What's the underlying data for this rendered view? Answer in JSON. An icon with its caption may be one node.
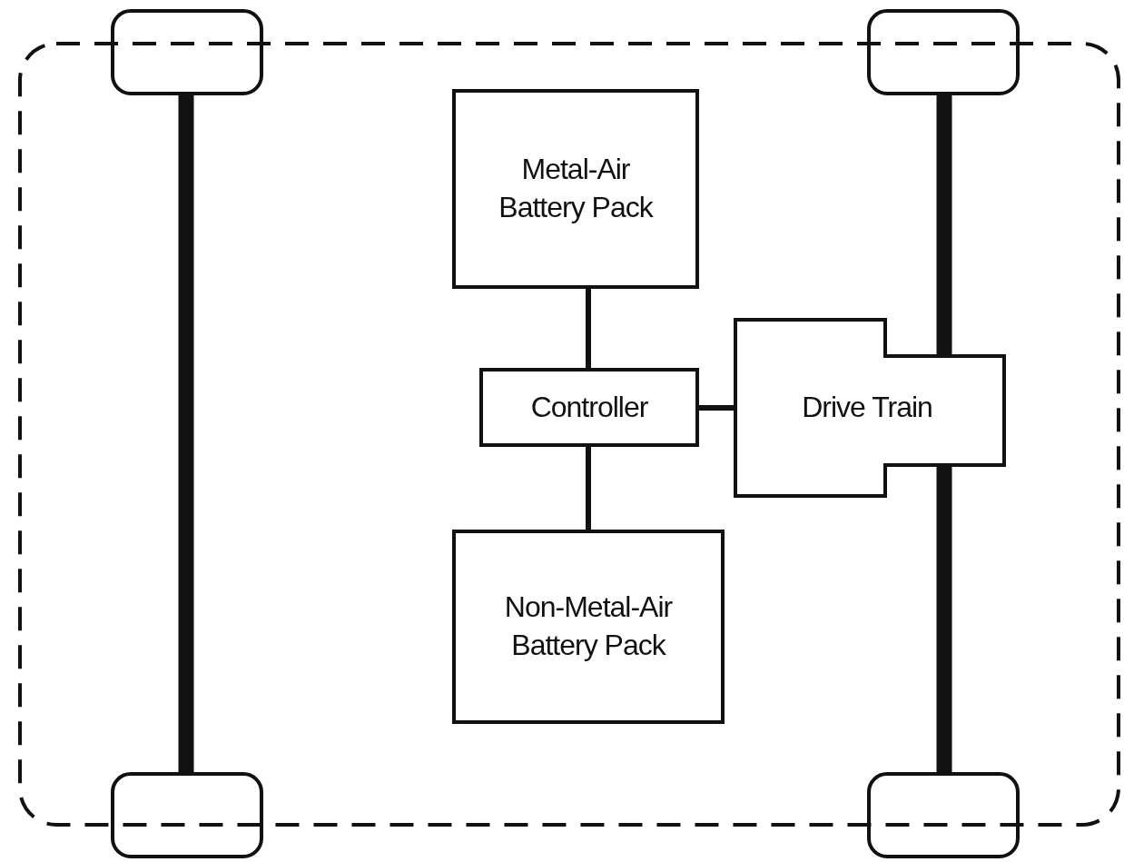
{
  "diagram": {
    "nodes": [
      {
        "text": [],
        "shape": "box"
      },
      {
        "text": [],
        "shape": "box"
      },
      {
        "text": [
          "Metal-Air Battery Pack"
        ]
      },
      {
        "text": [
          "Controller"
        ]
      },
      {
        "text": [
          "Drive Train"
        ]
      },
      {
        "text": [
          "Non-Metal-Air Battery Pack"
        ]
      },
      {
        "text": [],
        "shape": "box"
      },
      {
        "text": [],
        "shape": "box"
      }
    ],
    "edges": [
      {
        "from": 0,
        "to": 6,
        "arrow": "none",
        "style": "thick"
      },
      {
        "from": 1,
        "to": 4,
        "arrow": "none",
        "style": "thick"
      },
      {
        "from": 4,
        "to": 7,
        "arrow": "none",
        "style": "thick"
      },
      {
        "from": 2,
        "to": 3,
        "arrow": "none"
      },
      {
        "from": 3,
        "to": 4,
        "arrow": "none"
      },
      {
        "from": 3,
        "to": 5,
        "arrow": "none"
      }
    ]
  }
}
